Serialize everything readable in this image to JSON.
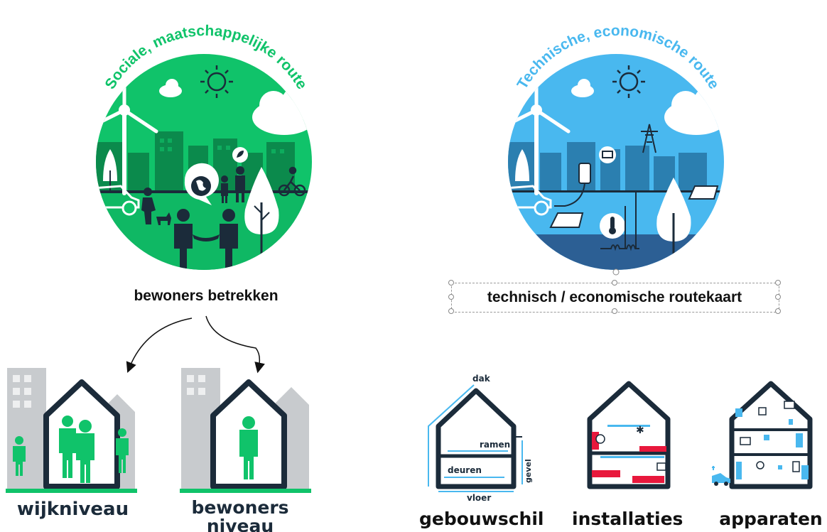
{
  "colors": {
    "green": "#10c36a",
    "blue": "#49b8ef",
    "dark": "#1b2b3a",
    "gray": "#c8cbce",
    "red": "#e8183c"
  },
  "social": {
    "arc_title": "Sociale, maatschappelijke route",
    "caption": "bewoners betrekken",
    "branches": [
      {
        "label": "wijkniveau"
      },
      {
        "label": "bewoners niveau"
      }
    ]
  },
  "technical": {
    "arc_title": "Technische, economische route",
    "caption": "technisch / economische routekaart",
    "house_labels": {
      "roof": "dak",
      "windows": "ramen",
      "doors": "deuren",
      "facade": "gevel",
      "floor": "vloer"
    },
    "branches": [
      {
        "label": "gebouwschil"
      },
      {
        "label": "installaties"
      },
      {
        "label": "apparaten"
      }
    ]
  }
}
